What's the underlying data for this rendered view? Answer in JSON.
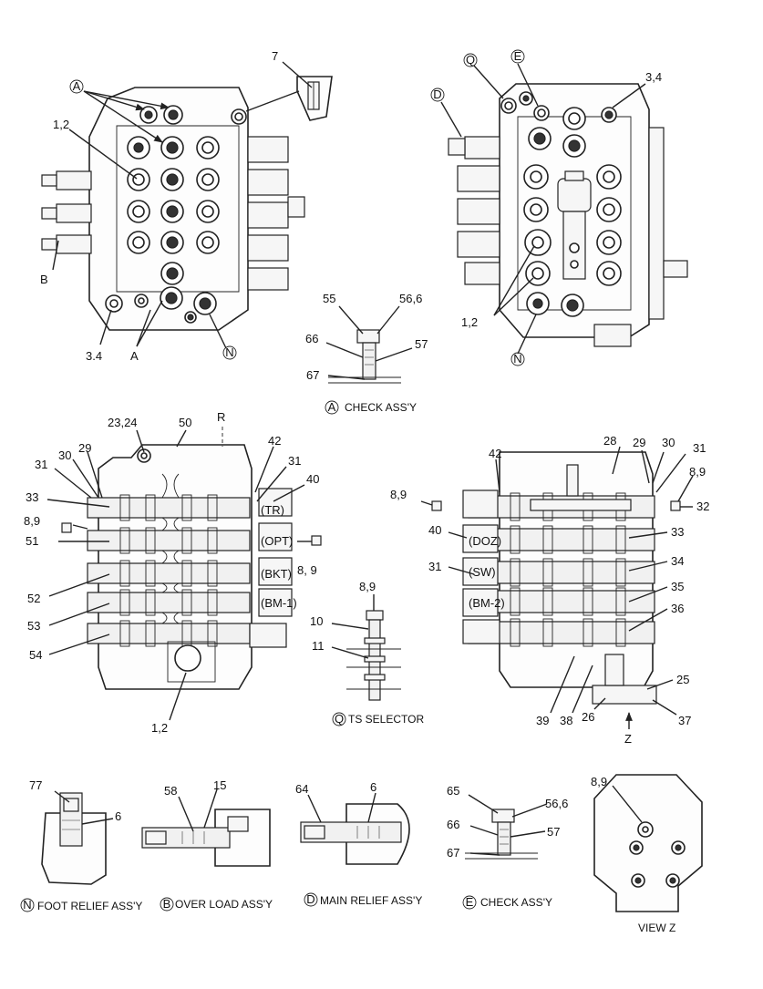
{
  "labels": {
    "top_left": {
      "a_marker": "A",
      "n12": "1,2",
      "b": "B",
      "n34": "3.4",
      "a_bottom": "A",
      "n_marker": "N",
      "n7": "7"
    },
    "top_right": {
      "q": "Q",
      "e": "E",
      "n34": "3,4",
      "d": "D",
      "n12": "1,2",
      "n_marker": "N"
    },
    "check_a": {
      "n55": "55",
      "n566": "56,6",
      "n66": "66",
      "n57": "57",
      "n67": "67",
      "circle": "A",
      "caption": "CHECK ASS'Y"
    },
    "mid_left": {
      "n2324": "23,24",
      "n50": "50",
      "r": "R",
      "n42": "42",
      "n31a": "31",
      "n30": "30",
      "n29": "29",
      "n31b": "31",
      "n40": "40",
      "n33": "33",
      "n89a": "8,9",
      "n51": "51",
      "n89b": "8, 9",
      "n52": "52",
      "n53": "53",
      "n54": "54",
      "n12": "1,2",
      "tag1": "(TR)",
      "tag2": "(OPT)",
      "tag3": "(BKT)",
      "tag4": "(BM-1)"
    },
    "ts_selector": {
      "n89": "8,9",
      "n10": "10",
      "n11": "11",
      "circle": "Q",
      "caption": "TS SELECTOR"
    },
    "mid_right": {
      "n42": "42",
      "n28": "28",
      "n29": "29",
      "n30": "30",
      "n31a": "31",
      "n89a": "8,9",
      "n89b": "8,9",
      "n32": "32",
      "n40": "40",
      "n33": "33",
      "n31b": "31",
      "n34": "34",
      "n35": "35",
      "n36": "36",
      "n25": "25",
      "n39": "39",
      "n38": "38",
      "n26": "26",
      "n37": "37",
      "z": "Z",
      "tag1": "(DOZ)",
      "tag2": "(SW)",
      "tag3": "(BM-2)"
    },
    "foot_relief": {
      "n77": "77",
      "n6": "6",
      "circle": "N",
      "caption": "FOOT RELIEF ASS'Y"
    },
    "over_load": {
      "n58": "58",
      "n15": "15",
      "circle": "B",
      "caption": "OVER LOAD ASS'Y"
    },
    "main_relief": {
      "n64": "64",
      "n6": "6",
      "circle": "D",
      "caption": "MAIN RELIEF ASS'Y"
    },
    "check_e": {
      "n65": "65",
      "n566": "56,6",
      "n66": "66",
      "n57": "57",
      "n67": "67",
      "circle": "E",
      "caption": "CHECK ASS'Y"
    },
    "view_z": {
      "n89": "8,9",
      "caption": "VIEW  Z"
    }
  }
}
